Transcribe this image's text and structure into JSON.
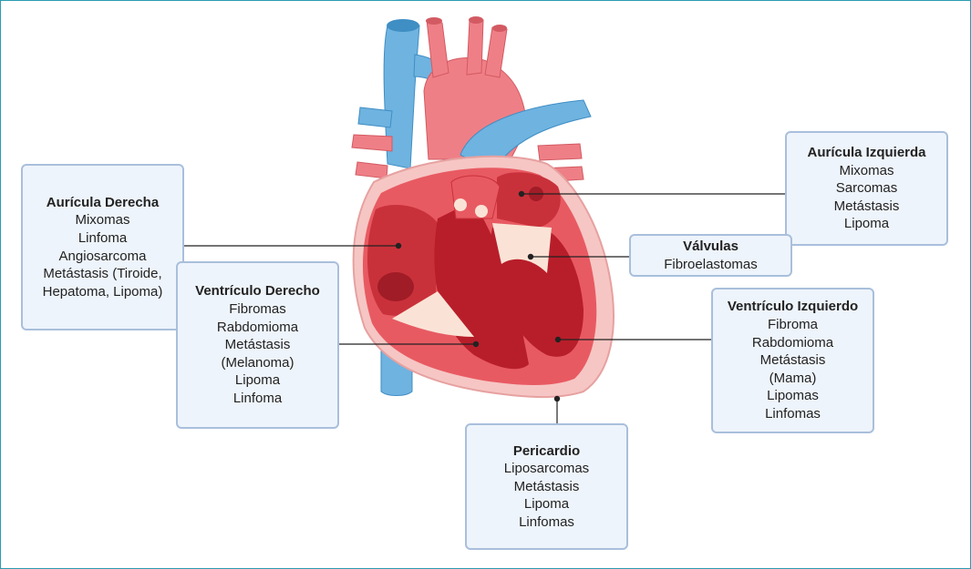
{
  "boxes": {
    "auricula_derecha": {
      "title": "Aurícula Derecha",
      "items": [
        "Mixomas",
        "Linfoma",
        "Angiosarcoma",
        "Metástasis (Tiroide,",
        "Hepatoma, Lipoma)"
      ]
    },
    "ventriculo_derecho": {
      "title": "Ventrículo Derecho",
      "items": [
        "Fibromas",
        "Rabdomioma",
        "Metástasis",
        "(Melanoma)",
        "Lipoma",
        "Linfoma"
      ]
    },
    "auricula_izquierda": {
      "title": "Aurícula Izquierda",
      "items": [
        "Mixomas",
        "Sarcomas",
        "Metástasis",
        "Lipoma"
      ]
    },
    "valvulas": {
      "title": "Válvulas",
      "items": [
        "Fibroelastomas"
      ]
    },
    "ventriculo_izquierdo": {
      "title": "Ventrículo Izquierdo",
      "items": [
        "Fibroma",
        "Rabdomioma",
        "Metástasis",
        "(Mama)",
        "Lipomas",
        "Linfomas"
      ]
    },
    "pericardio": {
      "title": "Pericardio",
      "items": [
        "Liposarcomas",
        "Metástasis",
        "Lipoma",
        "Linfomas"
      ]
    }
  },
  "colors": {
    "frame_border": "#2a9bb0",
    "box_fill": "#eef4fb",
    "box_border": "#a9bfdc",
    "myocardium": "#e85a62",
    "chamber_dark": "#b81e2a",
    "vessel_red": "#ef7f86",
    "vessel_blue": "#6fb3e0",
    "pericardium": "#f6c6c4",
    "valve_tissue": "#fae3d6"
  }
}
